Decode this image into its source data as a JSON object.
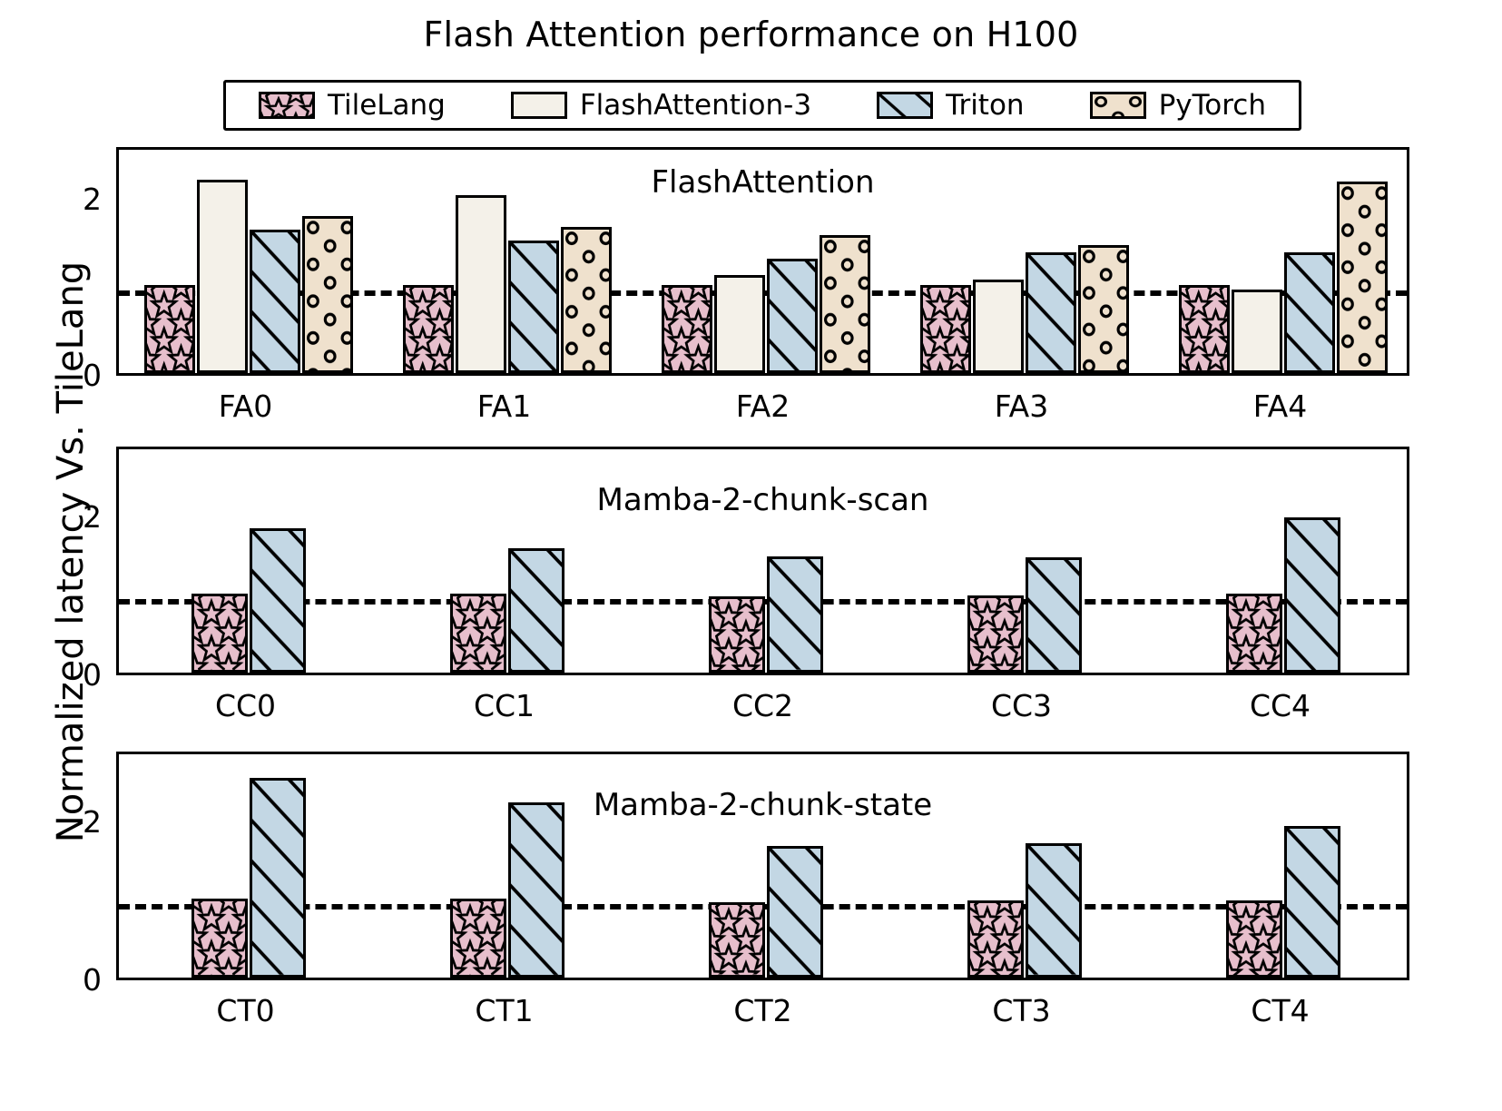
{
  "title": "Flash Attention performance on H100",
  "axis": {
    "ylabel": "Normalized latency Vs. TileLang",
    "yticks": [
      "0",
      "2"
    ],
    "ytick_values": [
      0,
      2
    ],
    "reference_line_value": 1
  },
  "legend": [
    {
      "label": "TileLang",
      "color": "#e7bfcc",
      "hatch": "star",
      "icon": "star-hatch-swatch"
    },
    {
      "label": "FlashAttention-3",
      "color": "#f4f1e9",
      "hatch": "none",
      "icon": "plain-swatch"
    },
    {
      "label": "Triton",
      "color": "#c3d7e4",
      "hatch": "diagonal",
      "icon": "diagonal-hatch-swatch"
    },
    {
      "label": "PyTorch",
      "color": "#efe1cd",
      "hatch": "circle",
      "icon": "circle-hatch-swatch"
    }
  ],
  "chart_data": [
    {
      "type": "bar",
      "title": "FlashAttention",
      "categories": [
        "FA0",
        "FA1",
        "FA2",
        "FA3",
        "FA4"
      ],
      "xlabel": "",
      "ylabel": "Normalized latency Vs. TileLang",
      "ylim": [
        0,
        2.6
      ],
      "yticks": [
        0,
        2
      ],
      "grid": false,
      "reference_line": 1,
      "series": [
        {
          "name": "TileLang",
          "values": [
            1.0,
            1.0,
            1.0,
            1.0,
            1.0
          ]
        },
        {
          "name": "FlashAttention-3",
          "values": [
            2.2,
            2.02,
            1.11,
            1.06,
            0.95
          ]
        },
        {
          "name": "Triton",
          "values": [
            1.63,
            1.51,
            1.3,
            1.37,
            1.37
          ]
        },
        {
          "name": "PyTorch",
          "values": [
            1.79,
            1.66,
            1.57,
            1.46,
            2.18
          ]
        }
      ]
    },
    {
      "type": "bar",
      "title": "Mamba-2-chunk-scan",
      "categories": [
        "CC0",
        "CC1",
        "CC2",
        "CC3",
        "CC4"
      ],
      "xlabel": "",
      "ylabel": "Normalized latency Vs. TileLang",
      "ylim": [
        0,
        2.9
      ],
      "yticks": [
        0,
        2
      ],
      "grid": false,
      "reference_line": 1,
      "series": [
        {
          "name": "TileLang",
          "values": [
            1.0,
            1.0,
            0.97,
            0.98,
            1.0
          ]
        },
        {
          "name": "Triton",
          "values": [
            1.83,
            1.58,
            1.47,
            1.46,
            1.97
          ]
        }
      ]
    },
    {
      "type": "bar",
      "title": "Mamba-2-chunk-state",
      "categories": [
        "CT0",
        "CT1",
        "CT2",
        "CT3",
        "CT4"
      ],
      "xlabel": "",
      "ylabel": "Normalized latency Vs. TileLang",
      "ylim": [
        0,
        2.9
      ],
      "yticks": [
        0,
        2
      ],
      "grid": false,
      "reference_line": 1,
      "series": [
        {
          "name": "TileLang",
          "values": [
            1.0,
            1.0,
            0.95,
            0.98,
            0.98
          ]
        },
        {
          "name": "Triton",
          "values": [
            2.53,
            2.22,
            1.67,
            1.7,
            1.92
          ]
        }
      ]
    }
  ]
}
